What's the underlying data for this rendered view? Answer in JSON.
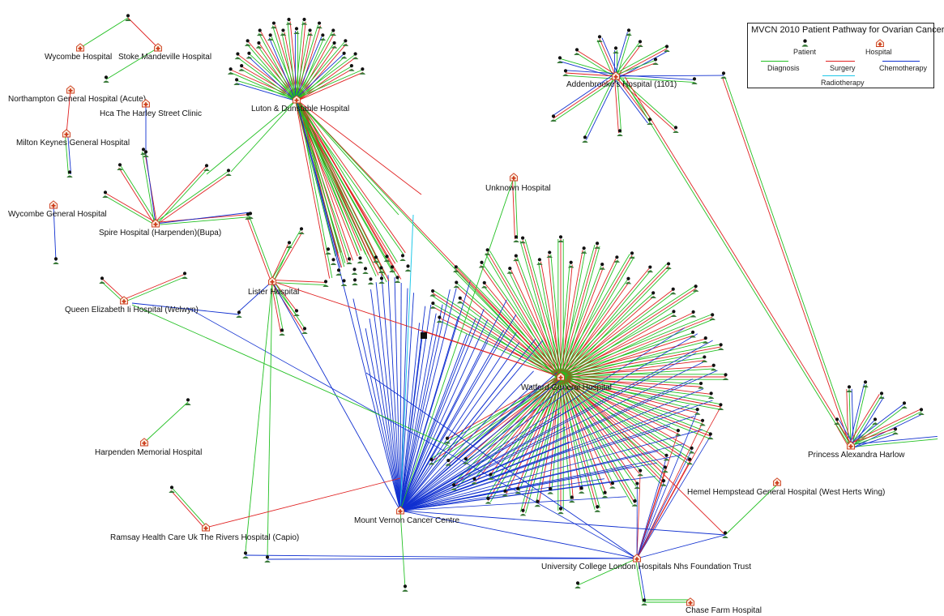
{
  "colors": {
    "diagnosis": "#22c022",
    "surgery": "#e02020",
    "chemotherapy": "#1030d0",
    "radiotherapy": "#20c8e8",
    "hospital_icon": "#cc3a1a",
    "patient_icon": "#3a7a3a"
  },
  "legend": {
    "title": "MVCN 2010 Patient Pathway for Ovarian Cancer",
    "patient": "Patient",
    "hospital": "Hospital",
    "diagnosis": "Diagnosis",
    "surgery": "Surgery",
    "chemotherapy": "Chemotherapy",
    "radiotherapy": "Radiotherapy"
  },
  "hospitals": [
    {
      "id": "wycombe",
      "label": "Wycombe Hospital"
    },
    {
      "id": "stoke",
      "label": "Stoke Mandeville Hospital"
    },
    {
      "id": "northampton",
      "label": "Northampton General Hospital (Acute)"
    },
    {
      "id": "harley",
      "label": "Hca The Harley Street Clinic"
    },
    {
      "id": "miltonkeynes",
      "label": "Milton Keynes General Hospital"
    },
    {
      "id": "wycombegen",
      "label": "Wycombe General Hospital"
    },
    {
      "id": "spire",
      "label": "Spire Hospital (Harpenden)(Bupa)"
    },
    {
      "id": "luton",
      "label": "Luton & Dunstable Hospital"
    },
    {
      "id": "addenbrookes",
      "label": "Addenbrooke's Hospital (1101)"
    },
    {
      "id": "unknown",
      "label": "Unknown Hospital"
    },
    {
      "id": "lister",
      "label": "Lister Hospital"
    },
    {
      "id": "qeii",
      "label": "Queen Elizabeth Ii Hospital (Welwyn)"
    },
    {
      "id": "watford",
      "label": "Watford General Hospital"
    },
    {
      "id": "harpenden",
      "label": "Harpenden Memorial Hospital"
    },
    {
      "id": "princess",
      "label": "Princess Alexandra Harlow"
    },
    {
      "id": "hemel",
      "label": "Hemel Hempstead General Hospital (West Herts Wing)"
    },
    {
      "id": "mountvernon",
      "label": "Mount Vernon Cancer Centre"
    },
    {
      "id": "ramsay",
      "label": "Ramsay Health Care Uk The Rivers Hospital (Capio)"
    },
    {
      "id": "uclh",
      "label": "University College London Hospitals Nhs Foundation Trust"
    },
    {
      "id": "chasefarm",
      "label": "Chase Farm Hospital"
    }
  ]
}
